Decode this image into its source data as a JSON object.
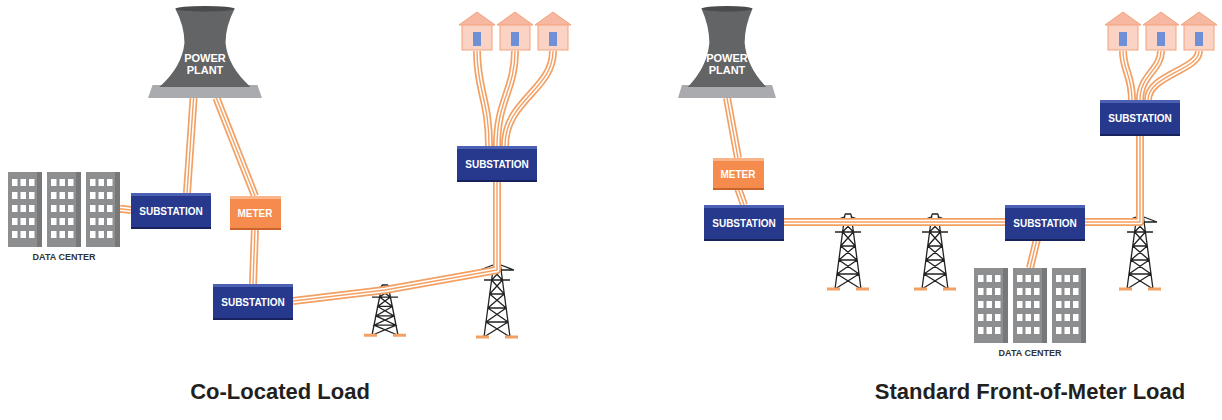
{
  "diagram": {
    "nodes": [
      {
        "text": [
          "POWER PLANT"
        ]
      },
      {
        "text": [
          "DATA CENTER"
        ]
      },
      {
        "text": [
          "SUBSTATION"
        ]
      },
      {
        "text": [
          "METER"
        ]
      },
      {
        "text": [
          "SUBSTATION"
        ]
      },
      {
        "text": [
          "SUBSTATION"
        ]
      },
      {
        "text": [
          "POWER PLANT"
        ]
      },
      {
        "text": [
          "METER"
        ]
      },
      {
        "text": [
          "SUBSTATION"
        ]
      },
      {
        "text": [
          "SUBSTATION"
        ]
      },
      {
        "text": [
          "DATA CENTER"
        ]
      },
      {
        "text": [
          "SUBSTATION"
        ]
      }
    ],
    "edges": [
      {
        "from": 0,
        "to": 2,
        "arrow": "none"
      },
      {
        "from": 0,
        "to": 3,
        "arrow": "none"
      },
      {
        "from": 2,
        "to": 1,
        "arrow": "none"
      },
      {
        "from": 3,
        "to": 4,
        "arrow": "none"
      },
      {
        "from": 4,
        "to": 5,
        "arrow": "none"
      },
      {
        "from": 6,
        "to": 7,
        "arrow": "none"
      },
      {
        "from": 7,
        "to": 8,
        "arrow": "none"
      },
      {
        "from": 8,
        "to": 9,
        "arrow": "none"
      },
      {
        "from": 9,
        "to": 10,
        "arrow": "none"
      },
      {
        "from": 9,
        "to": 11,
        "arrow": "none"
      }
    ],
    "labels": [
      "Co-Located Load",
      "Standard Front-of-Meter Load"
    ]
  }
}
